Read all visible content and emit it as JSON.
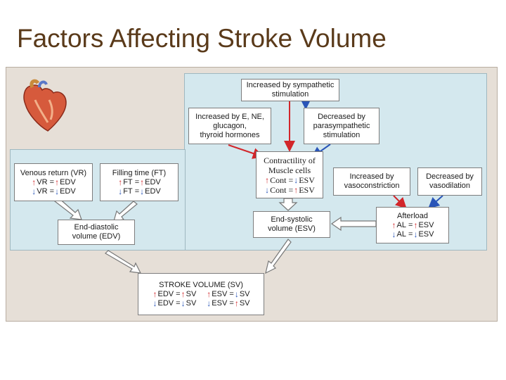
{
  "slide": {
    "title": "Factors Affecting Stroke Volume"
  },
  "boxes": {
    "sympathetic": "Increased by sympathetic stimulation",
    "increased_by_ene": [
      "Increased by E, NE,",
      "glucagon,",
      "thyroid hormones"
    ],
    "decreased_para": [
      "Decreased by",
      "parasympathetic",
      "stimulation"
    ],
    "contractility": {
      "lines": [
        "Contractility of",
        "Muscle cells"
      ],
      "row1": {
        "left": "Cont",
        "op": "=",
        "right": "ESV"
      },
      "row2": {
        "left": "Cont",
        "op": "=",
        "right": "ESV"
      }
    },
    "venous_return": {
      "title": "Venous return (VR)",
      "row1": {
        "left": "VR",
        "op": "=",
        "right": "EDV"
      },
      "row2": {
        "left": "VR",
        "op": "=",
        "right": "EDV"
      }
    },
    "filling_time": {
      "title": "Filling time (FT)",
      "row1": {
        "left": "FT",
        "op": "=",
        "right": "EDV"
      },
      "row2": {
        "left": "FT",
        "op": "=",
        "right": "EDV"
      }
    },
    "vasoconstriction": [
      "Increased by",
      "vasoconstriction"
    ],
    "vasodilation": [
      "Decreased by",
      "vasodilation"
    ],
    "afterload": {
      "title": "Afterload",
      "row1": {
        "left": "AL",
        "op": "=",
        "right": "ESV"
      },
      "row2": {
        "left": "AL",
        "op": "=",
        "right": "ESV"
      }
    },
    "edv": [
      "End-diastolic",
      "volume (EDV)"
    ],
    "esv": [
      "End-systolic",
      "volume (ESV)"
    ],
    "stroke_volume": {
      "title": "STROKE VOLUME (SV)",
      "r1a": {
        "left": "EDV",
        "op": "=",
        "right": "SV"
      },
      "r1b": {
        "left": "ESV",
        "op": "=",
        "right": "SV"
      },
      "r2a": {
        "left": "EDV",
        "op": "=",
        "right": "SV"
      },
      "r2b": {
        "left": "ESV",
        "op": "=",
        "right": "SV"
      }
    }
  },
  "colors": {
    "up_arrow": "#d2262a",
    "down_arrow": "#2a55b8",
    "panel": "#d4e8ee",
    "frame": "#e6dfd7",
    "title": "#5a3a1a"
  }
}
